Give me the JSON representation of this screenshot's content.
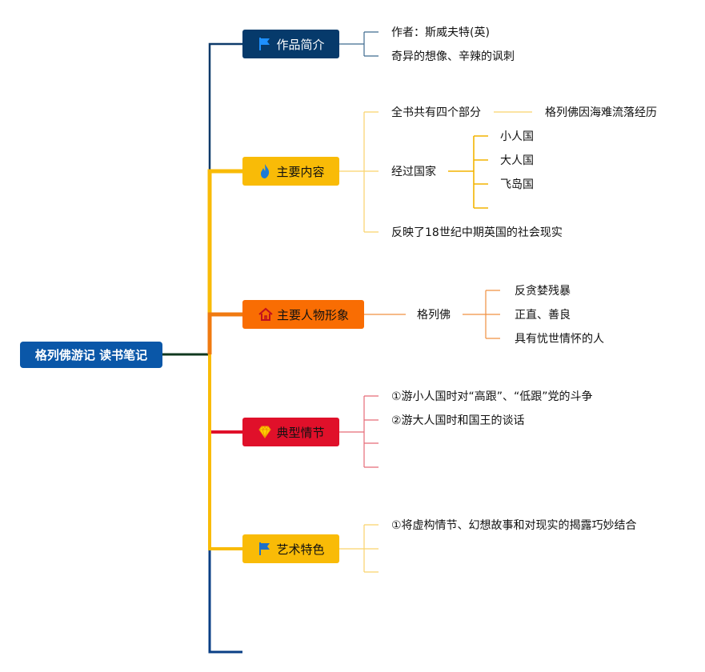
{
  "root": {
    "label": "格列佛游记 读书笔记",
    "color": "#0a57a8"
  },
  "branches": [
    {
      "id": "intro",
      "label": "作品简介",
      "icon": "flag-icon",
      "bg": "#063a6b",
      "line": "#0e3a6a",
      "text_color": "#ffffff",
      "leaves": [
        "作者：斯威夫特(英)",
        "奇异的想像、辛辣的讽刺"
      ]
    },
    {
      "id": "content",
      "label": "主要内容",
      "icon": "fire-icon",
      "bg": "#f9bb07",
      "line": "#f9bb07",
      "text_color": "#111111",
      "leaves": [
        "全书共有四个部分",
        "格列佛因海难流落经历",
        "经过国家",
        "小人国",
        "大人国",
        "飞岛国",
        "反映了18世纪中期英国的社会现实"
      ]
    },
    {
      "id": "characters",
      "label": "主要人物形象",
      "icon": "house-icon",
      "bg": "#f96d03",
      "line": "#f07a10",
      "text_color": "#111111",
      "leaves": [
        "格列佛",
        "反贪婪残暴",
        "正直、善良",
        "具有忧世情怀的人"
      ]
    },
    {
      "id": "plots",
      "label": "典型情节",
      "icon": "diamond-icon",
      "bg": "#e0102a",
      "line": "#e0102a",
      "text_color": "#111111",
      "leaves": [
        "①游小人国时对“高跟”、“低跟”党的斗争",
        "②游大人国时和国王的谈话"
      ]
    },
    {
      "id": "art",
      "label": "艺术特色",
      "icon": "flag-icon",
      "bg": "#f9bb07",
      "line": "#f9bb07",
      "text_color": "#111111",
      "leaves": [
        "①将虚构情节、幻想故事和对现实的揭露巧妙结合"
      ]
    }
  ],
  "trunk_color": "#0a3f85"
}
